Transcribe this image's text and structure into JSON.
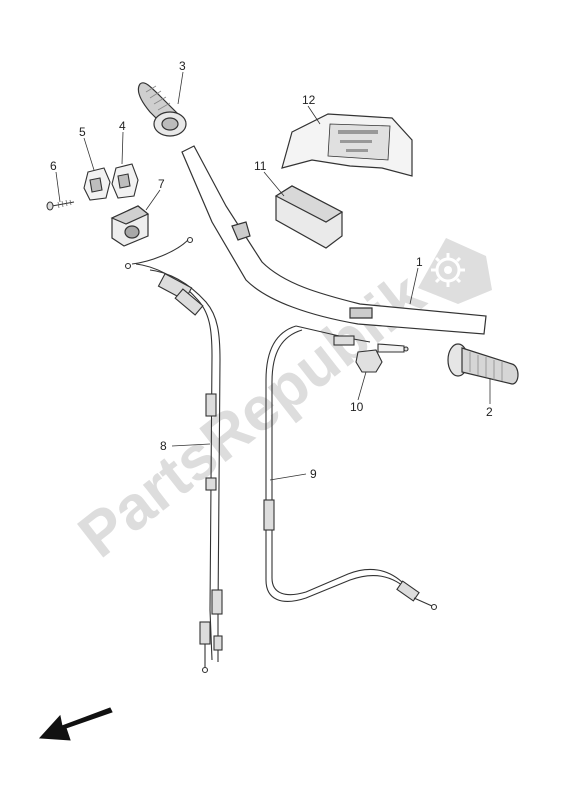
{
  "diagram": {
    "callouts": [
      {
        "id": "1",
        "label": "1"
      },
      {
        "id": "2",
        "label": "2"
      },
      {
        "id": "3",
        "label": "3"
      },
      {
        "id": "4",
        "label": "4"
      },
      {
        "id": "5",
        "label": "5"
      },
      {
        "id": "6",
        "label": "6"
      },
      {
        "id": "7",
        "label": "7"
      },
      {
        "id": "8",
        "label": "8"
      },
      {
        "id": "9",
        "label": "9"
      },
      {
        "id": "10",
        "label": "10"
      },
      {
        "id": "11",
        "label": "11"
      },
      {
        "id": "12",
        "label": "12"
      }
    ],
    "watermark": "PartsRepublik",
    "logo_icon": "gear-icon",
    "direction_icon": "arrow-front-icon"
  }
}
